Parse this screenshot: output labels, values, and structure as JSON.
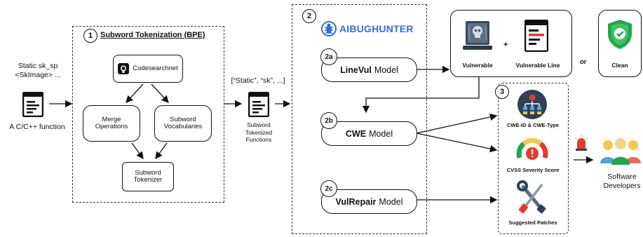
{
  "input": {
    "code_line1": "Static sk_sp",
    "code_line2": "<SkImage> ...",
    "caption": "A C/C++ function"
  },
  "step1": {
    "number": "1",
    "title": "Subword Tokenization (BPE)",
    "codesearchnet": "Codesearchnet",
    "merge_line1": "Merge",
    "merge_line2": "Operations",
    "vocab_line1": "Subword",
    "vocab_line2": "Vocabularies",
    "tokenizer_line1": "Subword",
    "tokenizer_line2": "Tokenizer"
  },
  "tokens": {
    "text": "[“Static”, “sk”, ...]",
    "caption_line1": "Subword",
    "caption_line2": "Tokenized",
    "caption_line3": "Functions"
  },
  "step2": {
    "number": "2",
    "logo_text": "AIBUGHUNTER",
    "models": [
      {
        "tag": "2a",
        "name": "LineVul",
        "suffix": "Model"
      },
      {
        "tag": "2b",
        "name": "CWE",
        "suffix": "Model"
      },
      {
        "tag": "2c",
        "name": "VulRepair",
        "suffix": "Model"
      }
    ]
  },
  "results": {
    "vulnerable": "Vulnerable",
    "plus": "+",
    "vulnerable_line": "Vulnerable Line",
    "or": "or",
    "clean": "Clean"
  },
  "step3": {
    "number": "3",
    "cwe": "CWE-ID & CWE-Type",
    "cvss": "CVSS Severity Score",
    "patches": "Suggested Patches"
  },
  "developers": {
    "line1": "Software",
    "line2": "Developers"
  },
  "colors": {
    "logo_blue": "#2f6fd8",
    "green_shield": "#1fa64a",
    "alarm_red": "#e23b2e"
  }
}
